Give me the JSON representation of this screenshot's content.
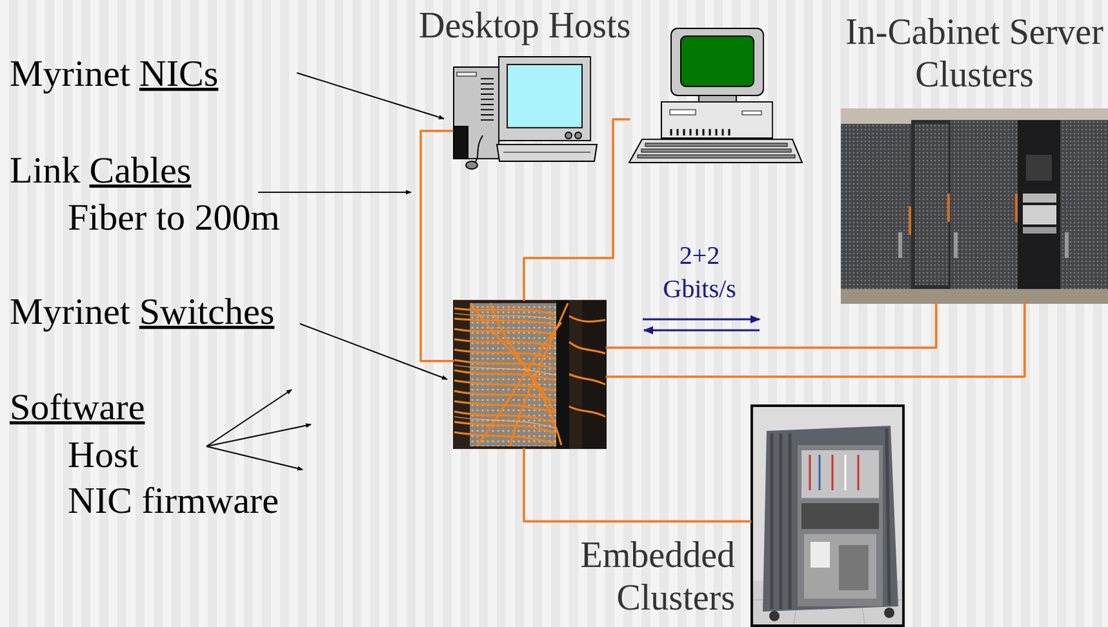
{
  "diagram": {
    "nodes": [
      {
        "text": [
          "Desktop Hosts"
        ]
      },
      {
        "text": []
      },
      {
        "text": []
      },
      {
        "text": [
          "In-Cabinet Server Clusters"
        ]
      },
      {
        "text": [
          "Embedded Clusters"
        ]
      }
    ],
    "edges": [
      {
        "from": 0,
        "to": 2,
        "arrow": "none"
      },
      {
        "from": 1,
        "to": 2,
        "arrow": "none"
      },
      {
        "from": 2,
        "to": 3,
        "arrow": "none",
        "label": "2+2 Gbits/s"
      },
      {
        "from": 2,
        "to": 3,
        "arrow": "none"
      },
      {
        "from": 2,
        "to": 4,
        "arrow": "none"
      }
    ],
    "labels": [
      "Myrinet",
      "NICs",
      "Link",
      "Cables",
      "Fiber to 200m",
      "Myrinet",
      "Switches",
      "Software",
      "Host",
      "NIC firmware"
    ]
  }
}
